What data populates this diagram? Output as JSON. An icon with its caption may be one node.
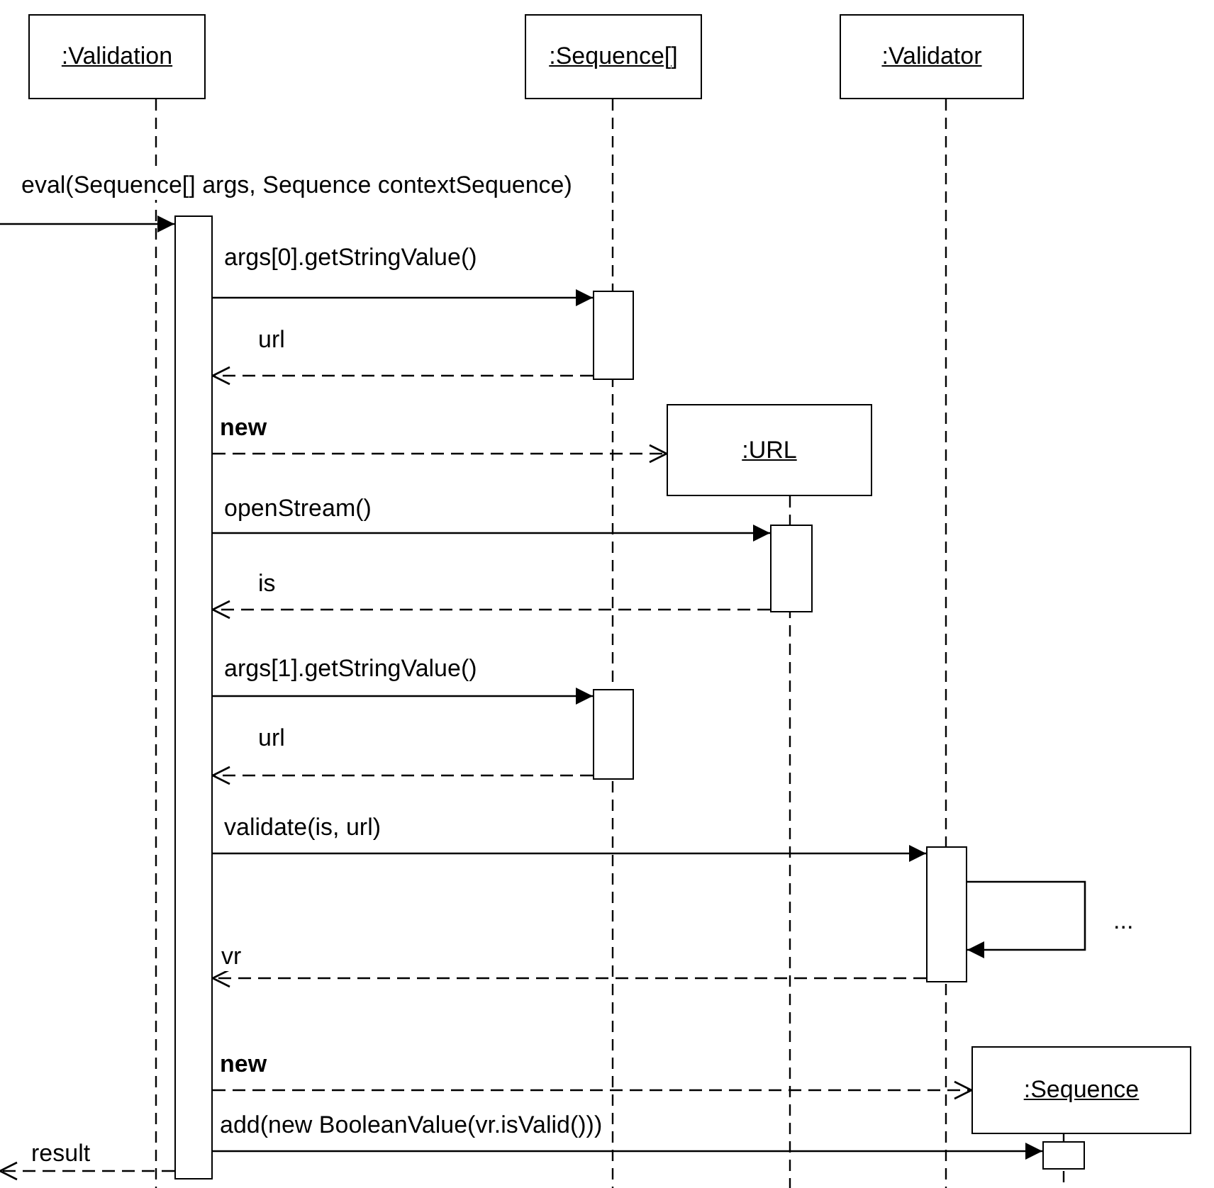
{
  "diagram": {
    "nodes": [
      {
        "text": [
          ":Validation"
        ]
      },
      {
        "text": [
          ":Sequence[]"
        ]
      },
      {
        "text": [
          ":Validator"
        ]
      },
      {
        "text": [
          ":URL"
        ]
      },
      {
        "text": [
          ":Sequence"
        ]
      },
      {
        "text": [],
        "shape": "bar"
      },
      {
        "text": [],
        "shape": "bar"
      },
      {
        "text": [],
        "shape": "bar"
      },
      {
        "text": [],
        "shape": "bar"
      },
      {
        "text": [],
        "shape": "bar"
      },
      {
        "text": [],
        "shape": "bar"
      }
    ],
    "edges": [
      {
        "from": null,
        "to": 5,
        "arrow": "to",
        "label": "eval(Sequence[] args, Sequence contextSequence)"
      },
      {
        "from": 5,
        "to": 6,
        "arrow": "to",
        "label": "args[0].getStringValue()"
      },
      {
        "from": 6,
        "to": 5,
        "arrow": "to",
        "label": "url",
        "style": "dashed"
      },
      {
        "from": 5,
        "to": 3,
        "arrow": "to",
        "label": "new",
        "style": "dashed"
      },
      {
        "from": 5,
        "to": 8,
        "arrow": "to",
        "label": "openStream()"
      },
      {
        "from": 8,
        "to": 5,
        "arrow": "to",
        "label": "is",
        "style": "dashed"
      },
      {
        "from": 5,
        "to": 7,
        "arrow": "to",
        "label": "args[1].getStringValue()"
      },
      {
        "from": 7,
        "to": 5,
        "arrow": "to",
        "label": "url",
        "style": "dashed"
      },
      {
        "from": 5,
        "to": 9,
        "arrow": "to",
        "label": "validate(is, url)"
      },
      {
        "from": 9,
        "to": 9,
        "arrow": "to"
      },
      {
        "from": 9,
        "to": 5,
        "arrow": "to",
        "label": "vr",
        "style": "dashed"
      },
      {
        "from": 5,
        "to": 4,
        "arrow": "to",
        "label": "new",
        "style": "dashed"
      },
      {
        "from": 5,
        "to": 10,
        "arrow": "to",
        "label": "add(new BooleanValue(vr.isValid()))"
      },
      {
        "from": 5,
        "to": null,
        "arrow": "to",
        "label": "result",
        "style": "dashed"
      }
    ],
    "labels": [
      "..."
    ]
  }
}
